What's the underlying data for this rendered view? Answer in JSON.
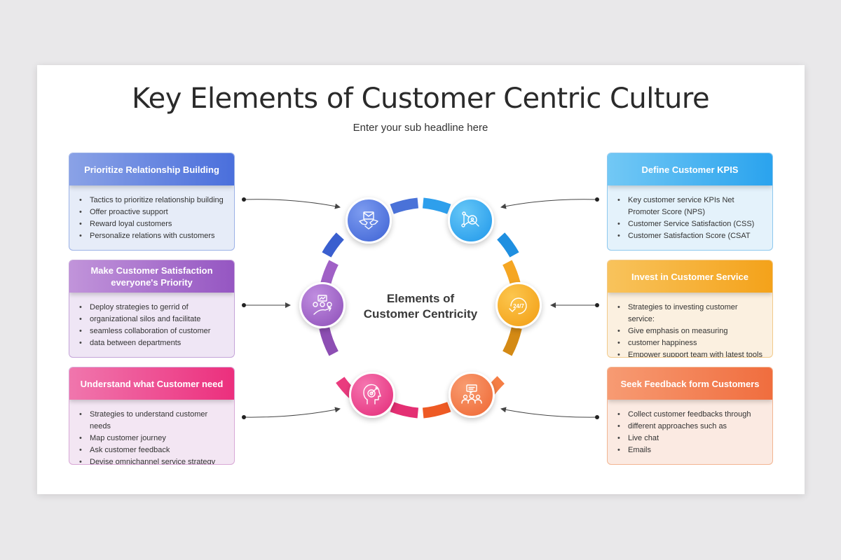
{
  "title": "Key Elements of Customer Centric Culture",
  "subtitle": "Enter your sub headline here",
  "center": {
    "line1": "Elements of",
    "line2": "Customer Centricity"
  },
  "cards": [
    {
      "title": "Prioritize Relationship Building",
      "items": [
        "Tactics to prioritize relationship building",
        "Offer proactive support",
        "Reward loyal customers",
        "Personalize relations with customers"
      ]
    },
    {
      "title": "Make Customer Satisfaction everyone's Priority",
      "items": [
        "Deploy strategies to gerrid of",
        "organizational silos and facilitate",
        "seamless collaboration of customer",
        "data between departments"
      ]
    },
    {
      "title": "Understand what Customer need",
      "items": [
        "Strategies to understand customer needs",
        "Map customer journey",
        "Ask customer feedback",
        "Devise omnichannel service strategy"
      ]
    },
    {
      "title": "Define Customer KPIS",
      "items": [
        "Key customer service KPIs Net Promoter Score (NPS)",
        "Customer Service Satisfaction (CSS)",
        "Customer Satisfaction Score (CSAT"
      ]
    },
    {
      "title": "Invest in Customer Service",
      "items": [
        "Strategies to investing customer service:",
        "Give emphasis on measuring",
        "customer happiness",
        "Empower support team with latest tools"
      ]
    },
    {
      "title": "Seek Feedback form Customers",
      "items": [
        "Collect customer feedbacks through",
        "different approaches such as",
        "Live chat",
        "Emails"
      ]
    }
  ],
  "nodes": [
    {
      "icon": "handshake-envelope-icon"
    },
    {
      "icon": "strategy-growth-icon"
    },
    {
      "icon": "head-target-icon"
    },
    {
      "icon": "network-search-icon"
    },
    {
      "icon": "support-24-7-icon"
    },
    {
      "icon": "feedback-team-icon"
    }
  ],
  "node_label_247": "24/7",
  "colors": {
    "blue": "#4a72d8",
    "purple": "#9a5cbf",
    "pink": "#ec3b85",
    "skyblue": "#3aaaf0",
    "orange": "#f5a623",
    "coral": "#f47b4a"
  }
}
